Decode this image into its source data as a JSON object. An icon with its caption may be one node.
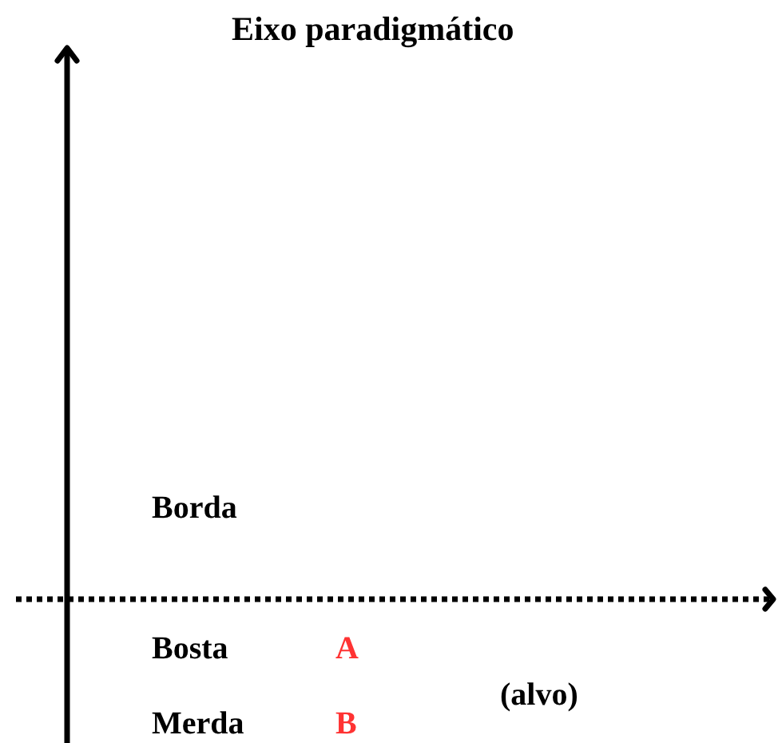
{
  "diagram": {
    "title": "Eixo paradigmático",
    "labels": [
      "Borda",
      "Bosta",
      "A",
      "Merda",
      "B",
      "(alvo)"
    ]
  }
}
